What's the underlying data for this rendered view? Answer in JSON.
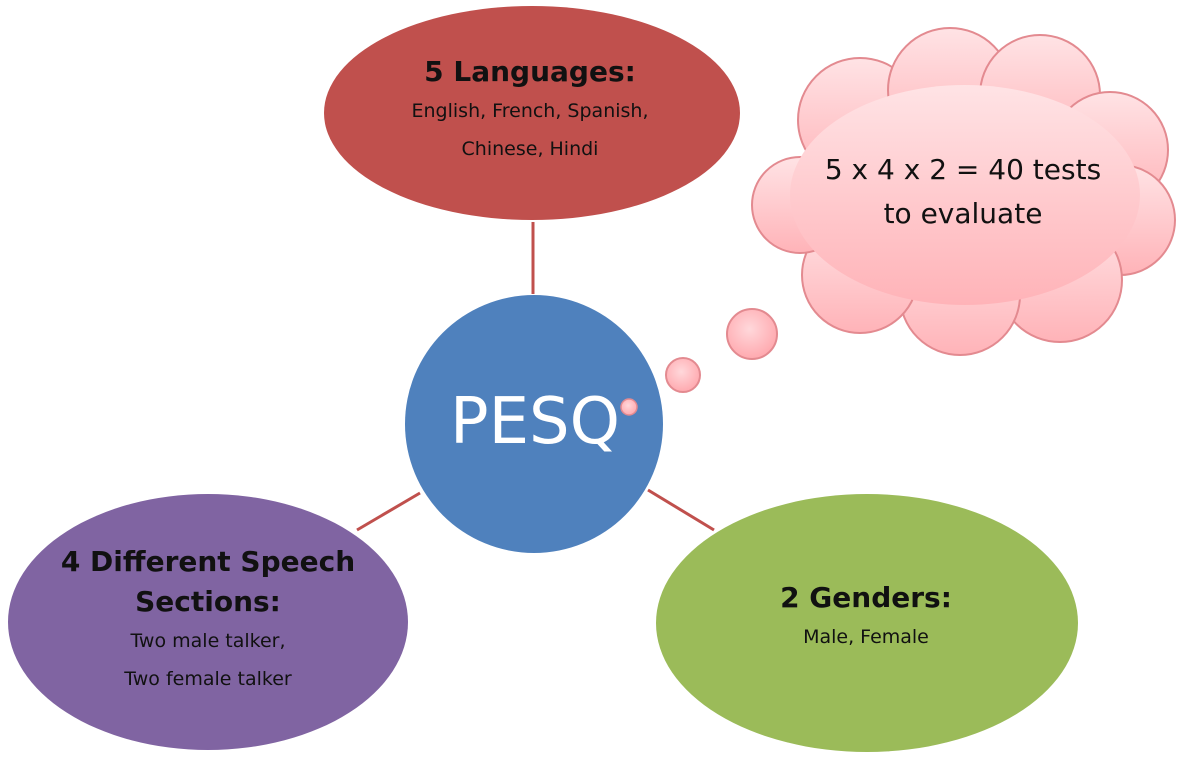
{
  "center": {
    "label": "PESQ"
  },
  "languages": {
    "title": "5 Languages:",
    "line1": "English, French, Spanish,",
    "line2": "Chinese, Hindi"
  },
  "speech": {
    "title_line1": "4 Different Speech",
    "title_line2": "Sections:",
    "line1": "Two male talker,",
    "line2": "Two female talker"
  },
  "genders": {
    "title": "2 Genders:",
    "line1": "Male, Female"
  },
  "thought": {
    "line1": "5 x 4 x 2 = 40 tests",
    "line2": "to evaluate"
  },
  "colors": {
    "languages": "#C0504D",
    "center": "#4F81BD",
    "speech": "#8064A2",
    "genders": "#9BBB59",
    "connector": "#C0504D",
    "cloud_fill": "#FFC0C4",
    "cloud_stroke": "#E38A90"
  }
}
